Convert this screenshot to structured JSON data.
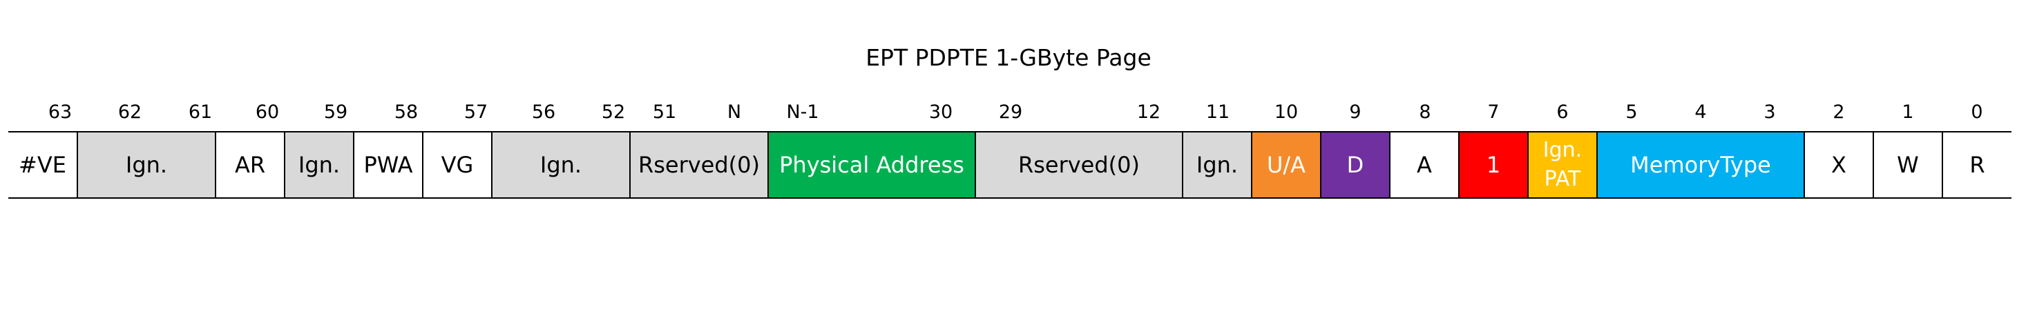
{
  "diagram": {
    "title": "EPT PDPTE 1-GByte Page",
    "colors": {
      "border": "#000000",
      "white": "#ffffff",
      "grey": "#d9d9d9",
      "green": "#00b050",
      "orange": "#f58a2b",
      "purple": "#7030a0",
      "red": "#ff0000",
      "yellow": "#ffc000",
      "blue": "#00b0f0"
    },
    "bit_labels": [
      "63",
      "62",
      "61",
      "60",
      "59",
      "58",
      "57",
      "56",
      "52",
      "51",
      "N",
      "N-1",
      "30",
      "29",
      "12",
      "11",
      "10",
      "9",
      "8",
      "7",
      "6",
      "5",
      "4",
      "3",
      "2",
      "1",
      "0"
    ],
    "fields": [
      {
        "label": "#VE",
        "fill": "#ffffff",
        "text_color": "#000000"
      },
      {
        "label": "Ign.",
        "fill": "#d9d9d9",
        "text_color": "#000000"
      },
      {
        "label": "AR",
        "fill": "#ffffff",
        "text_color": "#000000"
      },
      {
        "label": "Ign.",
        "fill": "#d9d9d9",
        "text_color": "#000000"
      },
      {
        "label": "PWA",
        "fill": "#ffffff",
        "text_color": "#000000"
      },
      {
        "label": "VG",
        "fill": "#ffffff",
        "text_color": "#000000"
      },
      {
        "label": "Ign.",
        "fill": "#d9d9d9",
        "text_color": "#000000"
      },
      {
        "label": "Rserved(0)",
        "fill": "#d9d9d9",
        "text_color": "#000000"
      },
      {
        "label": "Physical Address",
        "fill": "#00b050",
        "text_color": "#ffffff"
      },
      {
        "label": "Rserved(0)",
        "fill": "#d9d9d9",
        "text_color": "#000000"
      },
      {
        "label": "Ign.",
        "fill": "#d9d9d9",
        "text_color": "#000000"
      },
      {
        "label": "U/A",
        "fill": "#f58a2b",
        "text_color": "#ffffff"
      },
      {
        "label": "D",
        "fill": "#7030a0",
        "text_color": "#ffffff"
      },
      {
        "label": "A",
        "fill": "#ffffff",
        "text_color": "#000000"
      },
      {
        "label": "1",
        "fill": "#ff0000",
        "text_color": "#ffffff"
      },
      {
        "label": "Ign.\nPAT",
        "fill": "#ffc000",
        "text_color": "#ffffff"
      },
      {
        "label": "MemoryType",
        "fill": "#00b0f0",
        "text_color": "#ffffff"
      },
      {
        "label": "X",
        "fill": "#ffffff",
        "text_color": "#000000"
      },
      {
        "label": "W",
        "fill": "#ffffff",
        "text_color": "#000000"
      },
      {
        "label": "R",
        "fill": "#ffffff",
        "text_color": "#000000"
      }
    ]
  }
}
